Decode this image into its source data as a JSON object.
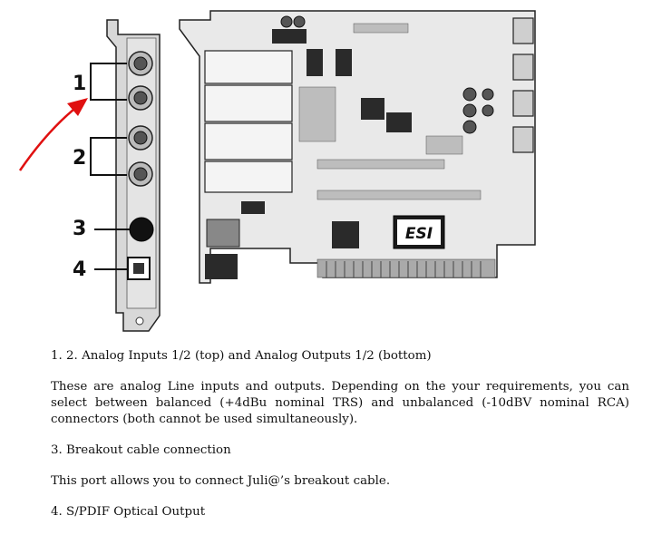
{
  "figure": {
    "callouts": [
      "1",
      "2",
      "3",
      "4"
    ],
    "logo_text": "ESI",
    "colors": {
      "arrow": "#e01010",
      "board": "#e9e9e9",
      "ink": "#111111"
    }
  },
  "text": {
    "heading_1": "1. 2. Analog Inputs 1/2 (top) and Analog Outputs 1/2 (bottom)",
    "para_1": "These are analog Line inputs and outputs. Depending on the your requirements, you can select between balanced (+4dBu nominal TRS) and unbalanced (-10dBV nominal RCA) connectors (both cannot be used simultaneously).",
    "heading_3": "3. Breakout cable connection",
    "para_3": "This port allows you to connect Juli@’s breakout cable.",
    "heading_4": "4. S/PDIF Optical Output"
  }
}
